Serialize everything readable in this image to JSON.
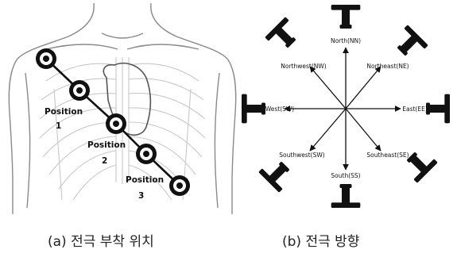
{
  "panel_a": {
    "position_labels": [
      {
        "name": "Position",
        "number": "1"
      },
      {
        "name": "Position",
        "number": "2"
      },
      {
        "name": "Position",
        "number": "3"
      }
    ],
    "caption": "(a)  전극 부착 위치"
  },
  "panel_b": {
    "directions": {
      "north": "North(NN)",
      "northeast": "Northeast(NE)",
      "east": "East(EE)",
      "southeast": "Southeast(SE)",
      "south": "South(SS)",
      "southwest": "Southwest(SW)",
      "west": "West(SW)",
      "northwest": "Northwest(NW)"
    },
    "caption": "(b) 전극 방향"
  }
}
